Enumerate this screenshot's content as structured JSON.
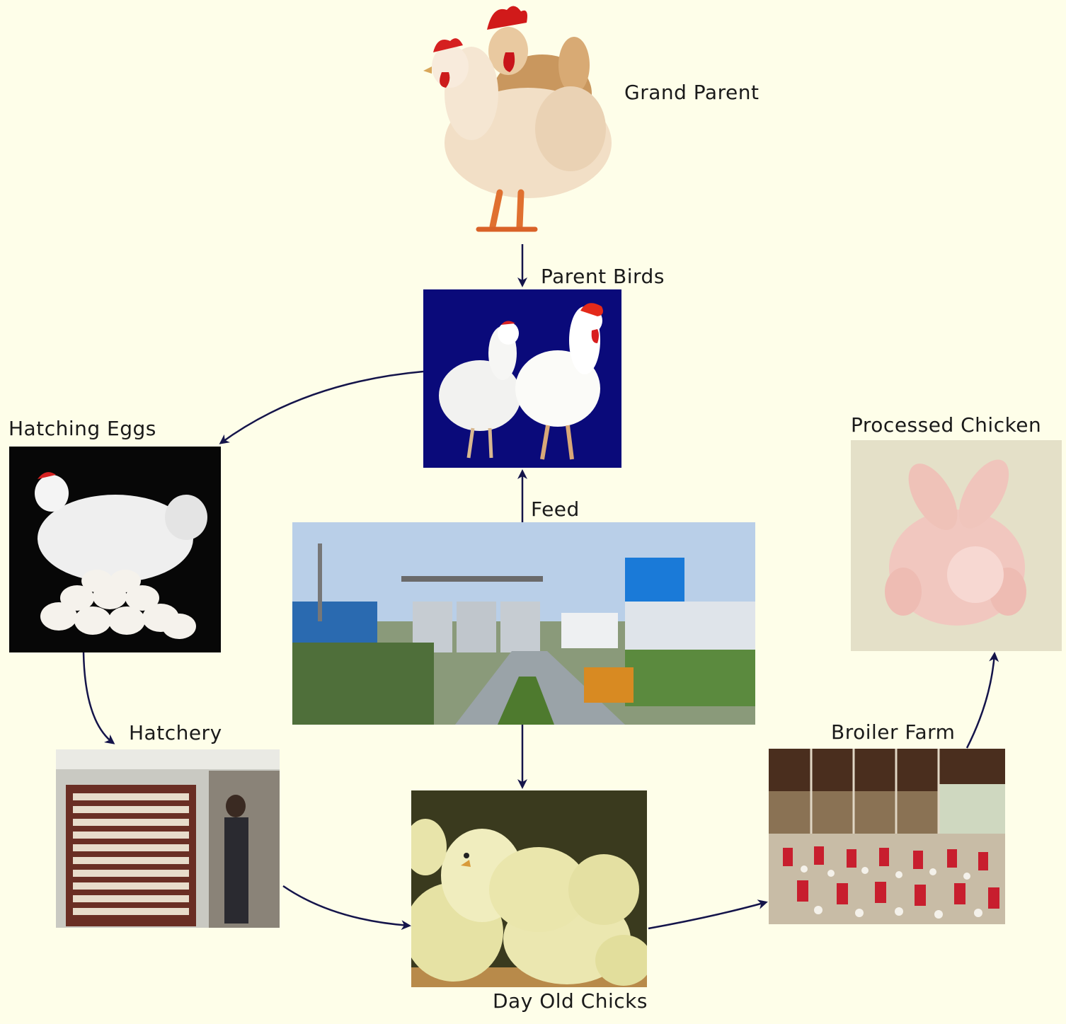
{
  "nodes": {
    "grand_parent": {
      "label": "Grand Parent",
      "image": "rooster-and-hen-icon"
    },
    "parent_birds": {
      "label": "Parent Birds",
      "image": "white-breeder-pair-icon"
    },
    "hatching_eggs": {
      "label": "Hatching Eggs",
      "image": "hen-on-eggs-icon"
    },
    "feed": {
      "label": "Feed",
      "image": "feed-mill-icon"
    },
    "hatchery": {
      "label": "Hatchery",
      "image": "egg-incubator-rack-icon"
    },
    "day_old_chicks": {
      "label": "Day Old Chicks",
      "image": "yellow-chicks-icon"
    },
    "broiler_farm": {
      "label": "Broiler Farm",
      "image": "broiler-shed-icon"
    },
    "processed_chicken": {
      "label": "Processed Chicken",
      "image": "dressed-chicken-icon"
    }
  },
  "edges": [
    {
      "from": "grand_parent",
      "to": "parent_birds"
    },
    {
      "from": "feed",
      "to": "parent_birds"
    },
    {
      "from": "feed",
      "to": "day_old_chicks"
    },
    {
      "from": "parent_birds",
      "to": "hatching_eggs"
    },
    {
      "from": "hatching_eggs",
      "to": "hatchery"
    },
    {
      "from": "hatchery",
      "to": "day_old_chicks"
    },
    {
      "from": "day_old_chicks",
      "to": "broiler_farm"
    },
    {
      "from": "broiler_farm",
      "to": "processed_chicken"
    }
  ],
  "colors": {
    "background": "#fefee9",
    "arrow": "#14144a",
    "parent_birds_bg": "#0a0a7a"
  }
}
